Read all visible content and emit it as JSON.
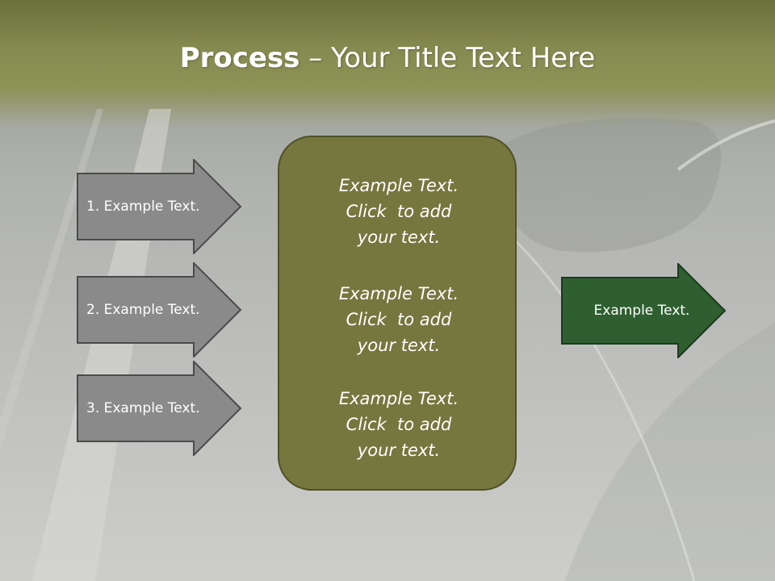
{
  "title": {
    "bold": "Process",
    "rest": " – Your Title Text Here"
  },
  "left_arrows": [
    {
      "label": "1. Example Text."
    },
    {
      "label": "2. Example Text."
    },
    {
      "label": "3. Example Text."
    }
  ],
  "center_box": {
    "blocks": [
      {
        "line1": "Example Text.",
        "line2": "Click  to add",
        "line3": "your text."
      },
      {
        "line1": "Example Text.",
        "line2": "Click  to add",
        "line3": "your text."
      },
      {
        "line1": "Example Text.",
        "line2": "Click  to add",
        "line3": "your text."
      }
    ]
  },
  "right_arrow": {
    "label": "Example Text."
  },
  "colors": {
    "gray_arrow_fill": "#8a8a8a",
    "gray_arrow_stroke": "#4a4a4a",
    "center_fill": "#76763f",
    "green_arrow_fill": "#2f5f30",
    "green_arrow_stroke": "#1c3a1d"
  }
}
